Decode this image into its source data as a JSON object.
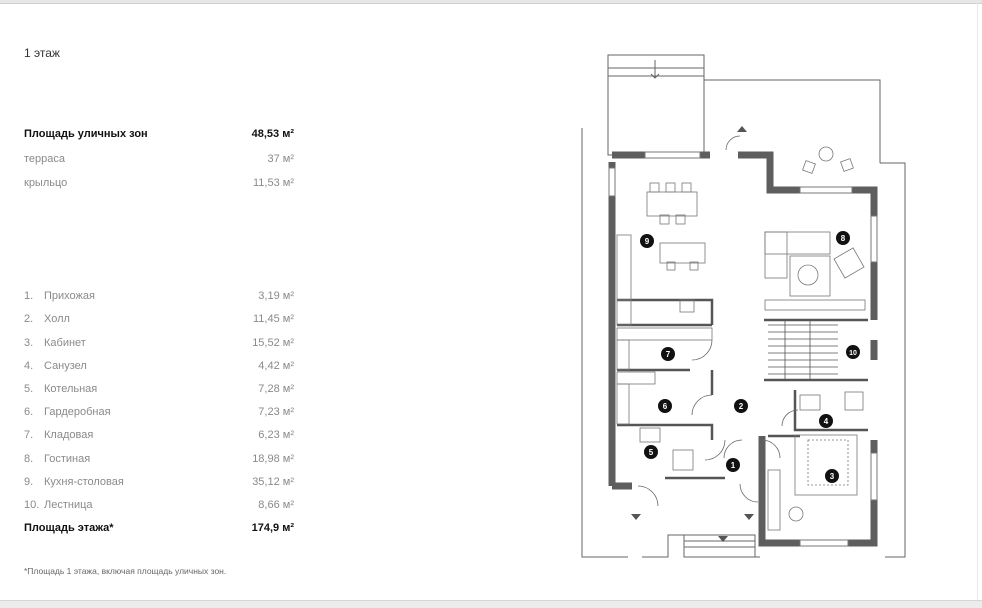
{
  "floor_title": "1 этаж",
  "outdoor": {
    "header": {
      "label": "Площадь уличных зон",
      "value": "48,53 м²"
    },
    "items": [
      {
        "label": "терраса",
        "value": "37 м²"
      },
      {
        "label": "крыльцо",
        "value": "11,53 м²"
      }
    ]
  },
  "rooms": [
    {
      "num": "1.",
      "label": "Прихожая",
      "value": "3,19 м²"
    },
    {
      "num": "2.",
      "label": "Холл",
      "value": "11,45 м²"
    },
    {
      "num": "3.",
      "label": "Кабинет",
      "value": "15,52 м²"
    },
    {
      "num": "4.",
      "label": "Санузел",
      "value": "4,42 м²"
    },
    {
      "num": "5.",
      "label": "Котельная",
      "value": "7,28 м²"
    },
    {
      "num": "6.",
      "label": "Гардеробная",
      "value": "7,23 м²"
    },
    {
      "num": "7.",
      "label": "Кладовая",
      "value": "6,23 м²"
    },
    {
      "num": "8.",
      "label": "Гостиная",
      "value": "18,98 м²"
    },
    {
      "num": "9.",
      "label": "Кухня-столовая",
      "value": "35,12 м²"
    },
    {
      "num": "10.",
      "label": "Лестница",
      "value": "8,66 м²"
    }
  ],
  "total": {
    "label": "Площадь этажа*",
    "value": "174,9 м²"
  },
  "footnote": "*Площадь 1 этажа, включая площадь уличных зон.",
  "plan_markers": [
    "1",
    "2",
    "3",
    "4",
    "5",
    "6",
    "7",
    "8",
    "9",
    "10"
  ],
  "colors": {
    "wall": "#5a5a5a",
    "line": "#555555",
    "marker": "#111111"
  }
}
